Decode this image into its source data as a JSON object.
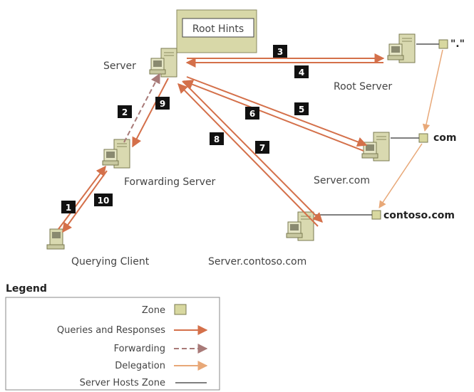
{
  "labels": {
    "root_hints": "Root Hints",
    "server": "Server",
    "root_server": "Root Server",
    "root_zone": "\".\"",
    "com_zone": "com",
    "server_com": "Server.com",
    "contoso_zone": "contoso.com",
    "server_contoso": "Server.contoso.com",
    "forwarding_server": "Forwarding Server",
    "querying_client": "Querying Client"
  },
  "steps": [
    "1",
    "2",
    "3",
    "4",
    "5",
    "6",
    "7",
    "8",
    "9",
    "10"
  ],
  "legend": {
    "title": "Legend",
    "zone": "Zone",
    "queries_responses": "Queries and Responses",
    "forwarding": "Forwarding",
    "delegation": "Delegation",
    "server_hosts_zone": "Server Hosts Zone"
  },
  "colors": {
    "query_arrow": "#d4704a",
    "forward_arrow": "#a87a78",
    "delegation_arrow": "#e8a878",
    "zone_fill": "#d8d8a0",
    "server_fill": "#d9d9b0",
    "host_line": "#555555",
    "step_box": "#111111"
  }
}
